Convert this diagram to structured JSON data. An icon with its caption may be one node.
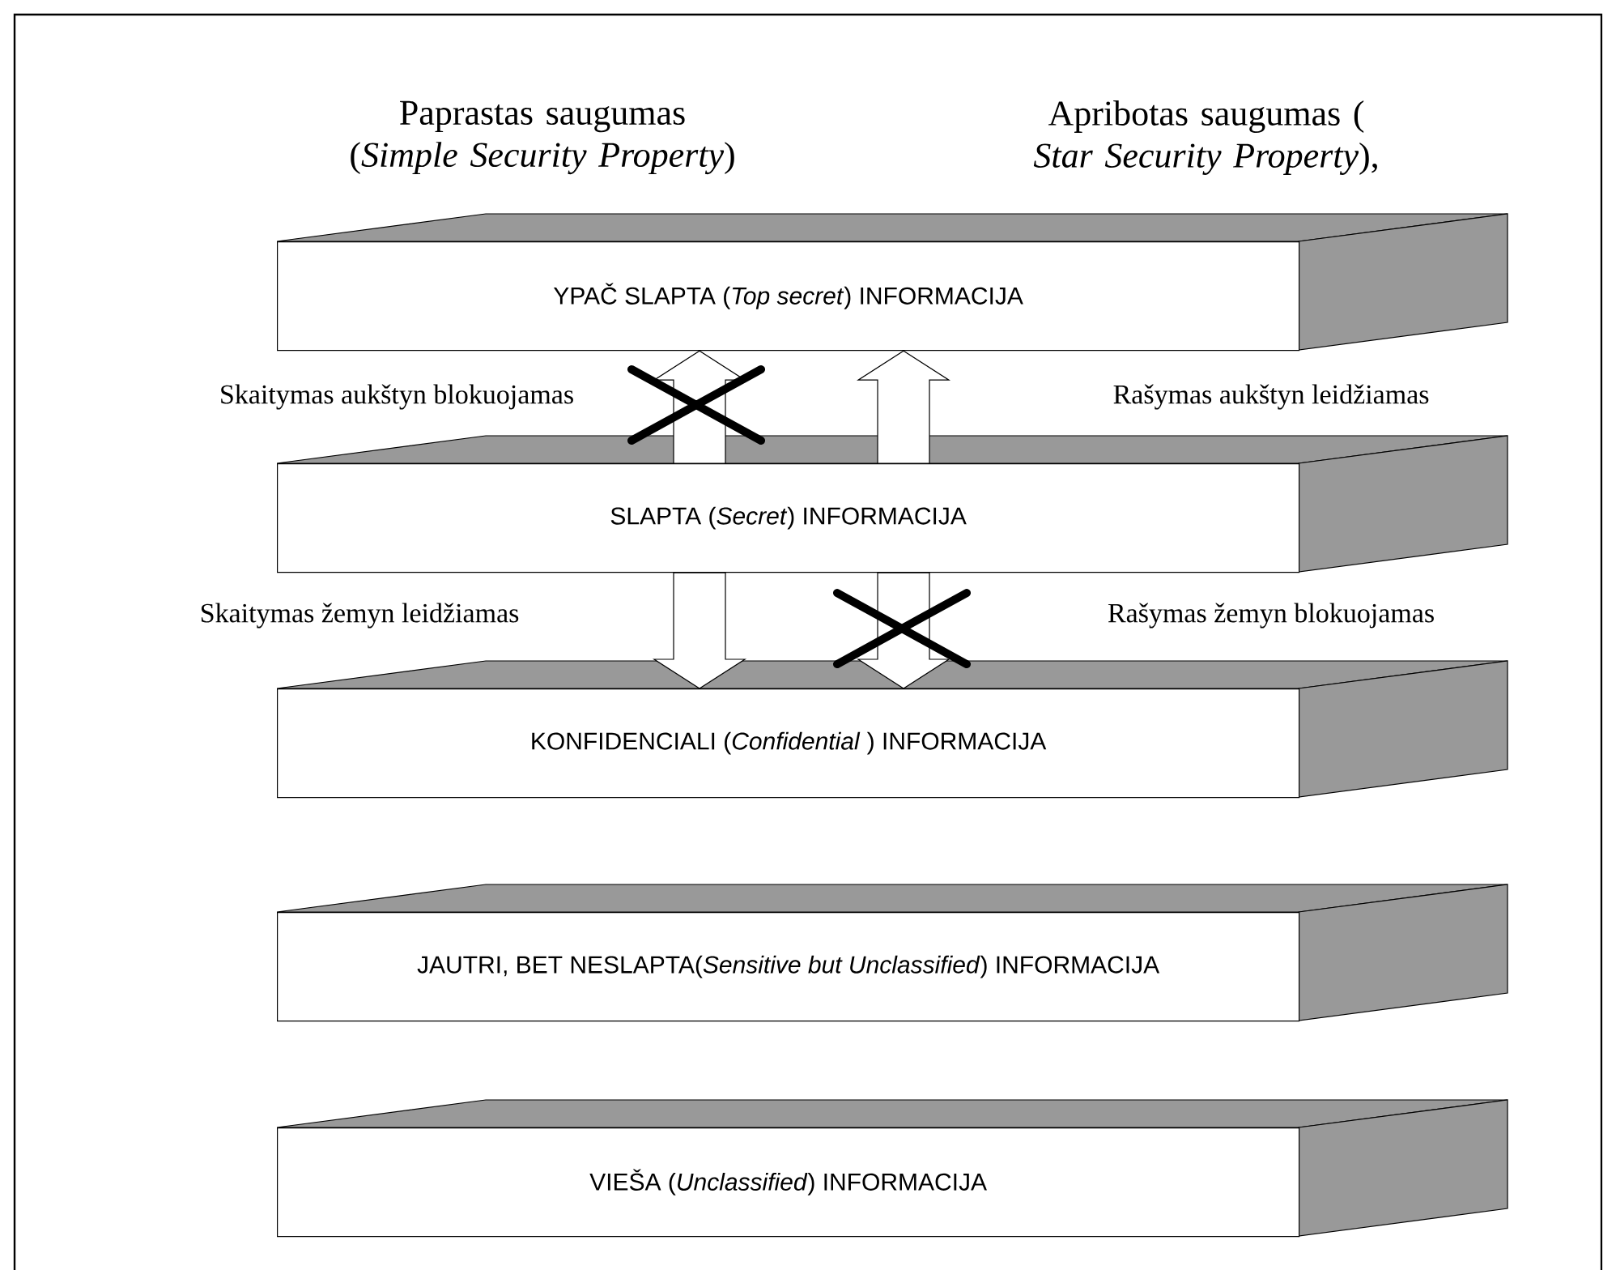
{
  "diagram": {
    "nodes": [
      {
        "text": [
          "YPAČ SLAPTA (*Top secret*) INFORMACIJA"
        ]
      },
      {
        "text": [
          "SLAPTA (*Secret*) INFORMACIJA"
        ]
      },
      {
        "text": [
          "KONFIDENCIALI (*Confidential* ) INFORMACIJA"
        ]
      },
      {
        "text": [
          "JAUTRI, BET NESLAPTA(*Sensitive but Unclassified*) INFORMACIJA"
        ]
      },
      {
        "text": [
          "VIEŠA (*Unclassified*) INFORMACIJA"
        ]
      }
    ],
    "edges": [
      {
        "from": 1,
        "to": 0,
        "arrow": "to"
      },
      {
        "from": 1,
        "to": 0,
        "arrow": "to"
      },
      {
        "from": 1,
        "to": 2,
        "arrow": "to"
      },
      {
        "from": 1,
        "to": 2,
        "arrow": "to"
      }
    ],
    "labels": [
      "Paprastas saugumas (*Simple Security Property*)",
      "Apribotas saugumas ( *Star Security Property*),",
      "Skaitymas aukštyn blokuojamas",
      "Rašymas aukštyn leidžiamas",
      "Skaitymas žemyn leidžiamas",
      "Rašymas žemyn blokuojamas"
    ]
  }
}
